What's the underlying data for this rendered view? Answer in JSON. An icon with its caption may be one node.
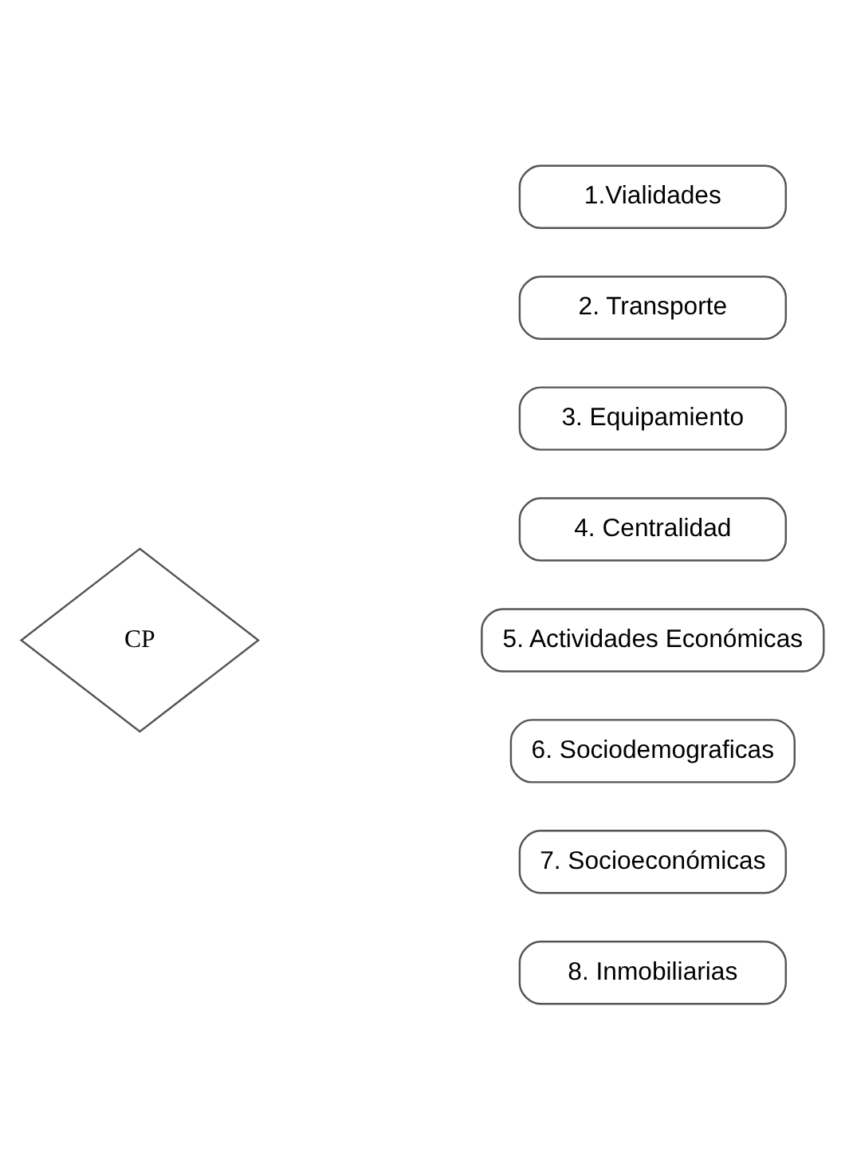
{
  "diagram": {
    "nodes": [
      {
        "text": [
          "CP"
        ]
      },
      {
        "text": [
          "1.Vialidades"
        ]
      },
      {
        "text": [
          "2. Transporte"
        ]
      },
      {
        "text": [
          "3. Equipamiento"
        ]
      },
      {
        "text": [
          "4. Centralidad"
        ]
      },
      {
        "text": [
          "5. Actividades Económicas"
        ]
      },
      {
        "text": [
          "6. Sociodemograficas"
        ]
      },
      {
        "text": [
          "7. Socioeconómicas"
        ]
      },
      {
        "text": [
          "8. Inmobiliarias"
        ]
      }
    ]
  }
}
